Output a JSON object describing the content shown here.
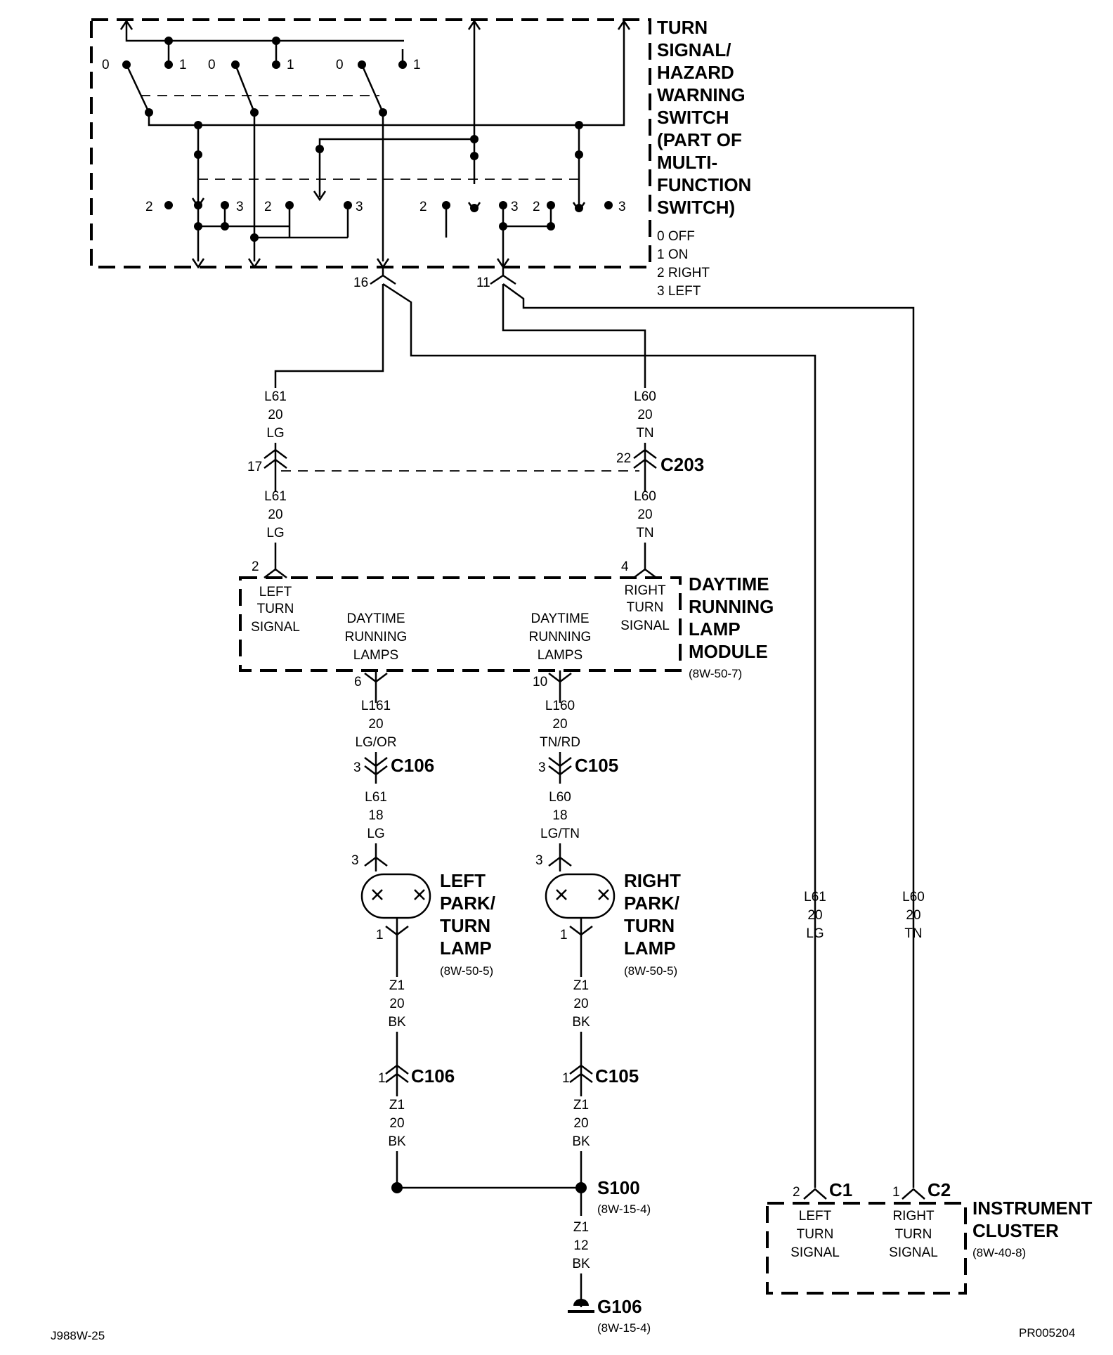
{
  "switch": {
    "title_lines": [
      "TURN",
      "SIGNAL/",
      "HAZARD",
      "WARNING",
      "SWITCH",
      "(PART OF",
      "MULTI-",
      "FUNCTION",
      "SWITCH)"
    ],
    "legend": [
      "0 OFF",
      "1 ON",
      "2 RIGHT",
      "3 LEFT"
    ],
    "contact_labels": [
      "0",
      "1",
      "0",
      "1",
      "0",
      "1",
      "2",
      "3",
      "2",
      "3",
      "2",
      "3",
      "2",
      "3"
    ],
    "pin_left": "16",
    "pin_right": "11"
  },
  "wires": {
    "left_upper": [
      "L61",
      "20",
      "LG"
    ],
    "right_upper": [
      "L60",
      "20",
      "TN"
    ],
    "left_mid": [
      "L61",
      "20",
      "LG"
    ],
    "right_mid": [
      "L60",
      "20",
      "TN"
    ],
    "drl_left_out": [
      "L161",
      "20",
      "LG/OR"
    ],
    "drl_right_out": [
      "L160",
      "20",
      "TN/RD"
    ],
    "lamp_left_in": [
      "L61",
      "18",
      "LG"
    ],
    "lamp_right_in": [
      "L60",
      "18",
      "LG/TN"
    ],
    "cluster_left": [
      "L61",
      "20",
      "LG"
    ],
    "cluster_right": [
      "L60",
      "20",
      "TN"
    ],
    "gnd_left_upper": [
      "Z1",
      "20",
      "BK"
    ],
    "gnd_right_upper": [
      "Z1",
      "20",
      "BK"
    ],
    "gnd_left_lower": [
      "Z1",
      "20",
      "BK"
    ],
    "gnd_right_lower": [
      "Z1",
      "20",
      "BK"
    ],
    "gnd_main": [
      "Z1",
      "12",
      "BK"
    ]
  },
  "c203": {
    "label": "C203",
    "pin_left": "17",
    "pin_right": "22"
  },
  "drl": {
    "pin_left_in": "2",
    "pin_right_in": "4",
    "left_in": [
      "LEFT",
      "TURN",
      "SIGNAL"
    ],
    "right_in": [
      "RIGHT",
      "TURN",
      "SIGNAL"
    ],
    "left_out": [
      "DAYTIME",
      "RUNNING",
      "LAMPS"
    ],
    "right_out": [
      "DAYTIME",
      "RUNNING",
      "LAMPS"
    ],
    "pin_left_out": "6",
    "pin_right_out": "10",
    "title_lines": [
      "DAYTIME",
      "RUNNING",
      "LAMP",
      "MODULE"
    ],
    "ref": "(8W-50-7)"
  },
  "c106_top": {
    "label": "C106",
    "pin": "3"
  },
  "c105_top": {
    "label": "C105",
    "pin": "3"
  },
  "lamp_left": {
    "pin_in": "3",
    "pin_out": "1",
    "title_lines": [
      "LEFT",
      "PARK/",
      "TURN",
      "LAMP"
    ],
    "ref": "(8W-50-5)"
  },
  "lamp_right": {
    "pin_in": "3",
    "pin_out": "1",
    "title_lines": [
      "RIGHT",
      "PARK/",
      "TURN",
      "LAMP"
    ],
    "ref": "(8W-50-5)"
  },
  "c106_bottom": {
    "label": "C106",
    "pin": "1"
  },
  "c105_bottom": {
    "label": "C105",
    "pin": "1"
  },
  "splice": {
    "label": "S100",
    "ref": "(8W-15-4)"
  },
  "ground": {
    "label": "G106",
    "ref": "(8W-15-4)"
  },
  "cluster": {
    "c1": "C1",
    "c2": "C2",
    "pin_c1": "2",
    "pin_c2": "1",
    "left": [
      "LEFT",
      "TURN",
      "SIGNAL"
    ],
    "right": [
      "RIGHT",
      "TURN",
      "SIGNAL"
    ],
    "title_lines": [
      "INSTRUMENT",
      "CLUSTER"
    ],
    "ref": "(8W-40-8)"
  },
  "footer": {
    "left_code": "J988W-25",
    "right_code": "PR005204"
  }
}
